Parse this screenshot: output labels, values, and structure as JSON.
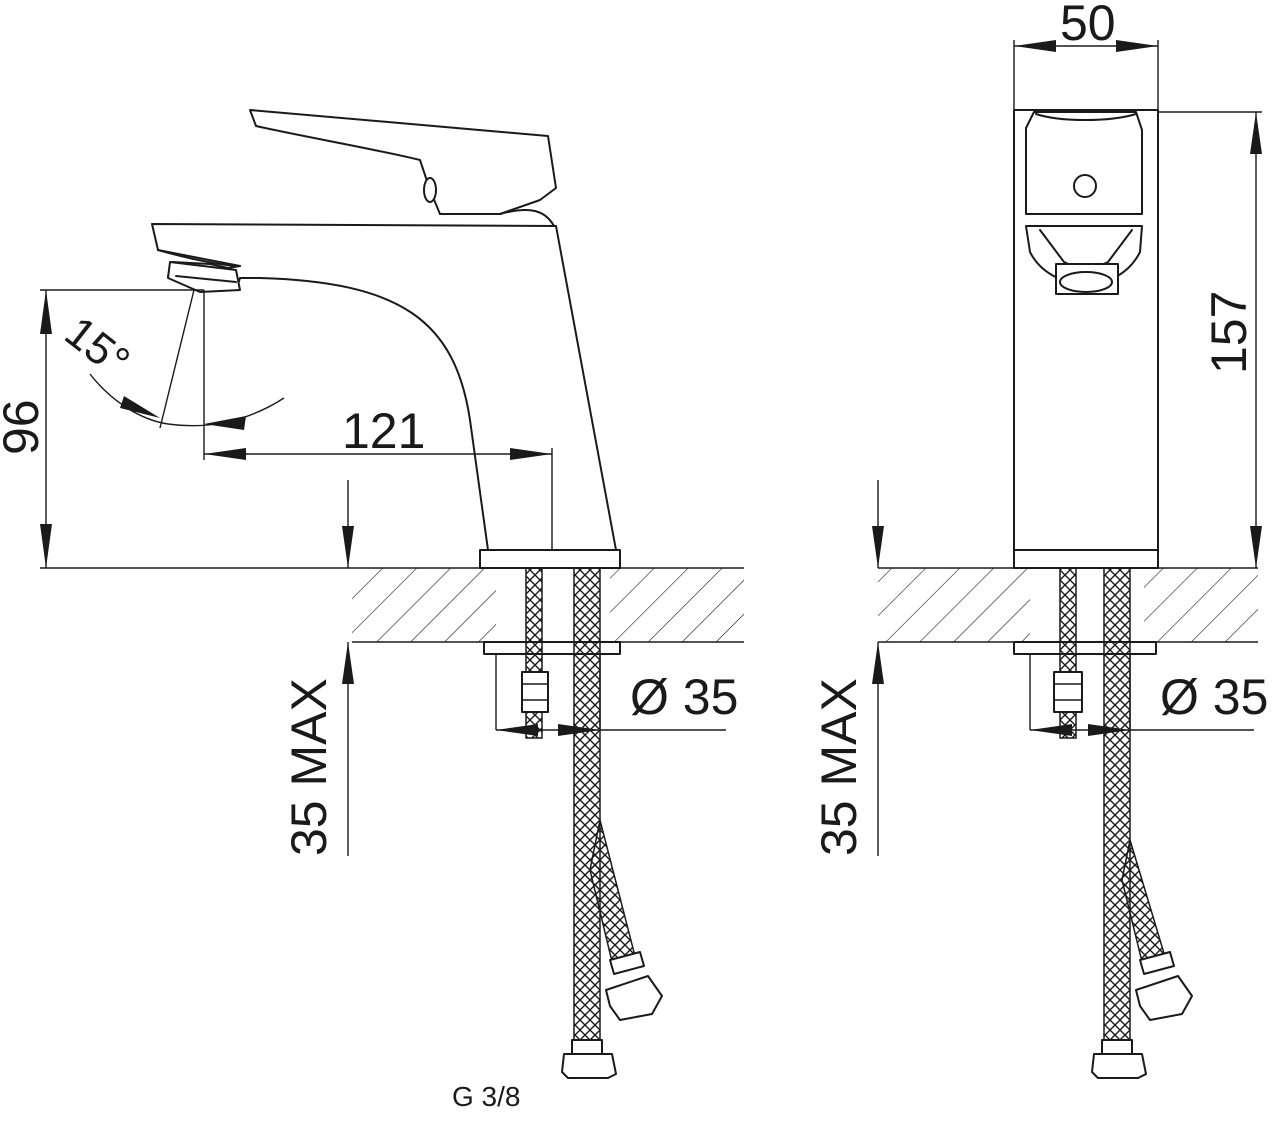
{
  "dimensions": {
    "outlet_height": "96",
    "spout_reach": "121",
    "spout_angle": "15°",
    "body_width": "50",
    "total_height": "157",
    "hole_diameter_side": "Ø 35",
    "hole_diameter_front": "Ø 35",
    "max_counter_thickness_side": "35 MAX",
    "max_counter_thickness_front": "35 MAX"
  },
  "connection_thread": "G 3/8"
}
